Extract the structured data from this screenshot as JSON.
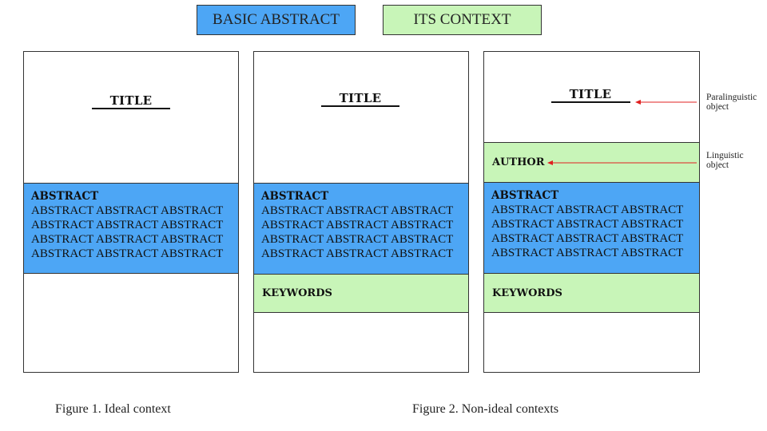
{
  "legend": {
    "basic_abstract": "BASIC ABSTRACT",
    "its_context": "ITS CONTEXT"
  },
  "colors": {
    "abstract_blue": "#4da6f5",
    "context_green": "#c8f5b8",
    "arrow_red": "#e02020"
  },
  "pages": [
    {
      "title": "TITLE",
      "abstract": {
        "heading": "ABSTRACT",
        "lines": [
          "ABSTRACT ABSTRACT ABSTRACT",
          "ABSTRACT ABSTRACT ABSTRACT",
          "ABSTRACT ABSTRACT ABSTRACT",
          "ABSTRACT ABSTRACT ABSTRACT"
        ]
      }
    },
    {
      "title": "TITLE",
      "abstract": {
        "heading": "ABSTRACT",
        "lines": [
          "ABSTRACT ABSTRACT ABSTRACT",
          "ABSTRACT ABSTRACT ABSTRACT",
          "ABSTRACT ABSTRACT ABSTRACT",
          "ABSTRACT ABSTRACT ABSTRACT"
        ]
      },
      "keywords": "KEYWORDS"
    },
    {
      "title": "TITLE",
      "author": "AUTHOR",
      "abstract": {
        "heading": "ABSTRACT",
        "lines": [
          "ABSTRACT ABSTRACT ABSTRACT",
          "ABSTRACT ABSTRACT ABSTRACT",
          "ABSTRACT ABSTRACT ABSTRACT",
          "ABSTRACT ABSTRACT ABSTRACT"
        ]
      },
      "keywords": "KEYWORDS"
    }
  ],
  "annotations": {
    "paralinguistic": {
      "line1": "Paralinguistic",
      "line2": "object"
    },
    "linguistic": {
      "line1": "Linguistic",
      "line2": "object"
    }
  },
  "captions": {
    "figure1": "Figure 1. Ideal context",
    "figure2": "Figure 2. Non-ideal contexts"
  }
}
